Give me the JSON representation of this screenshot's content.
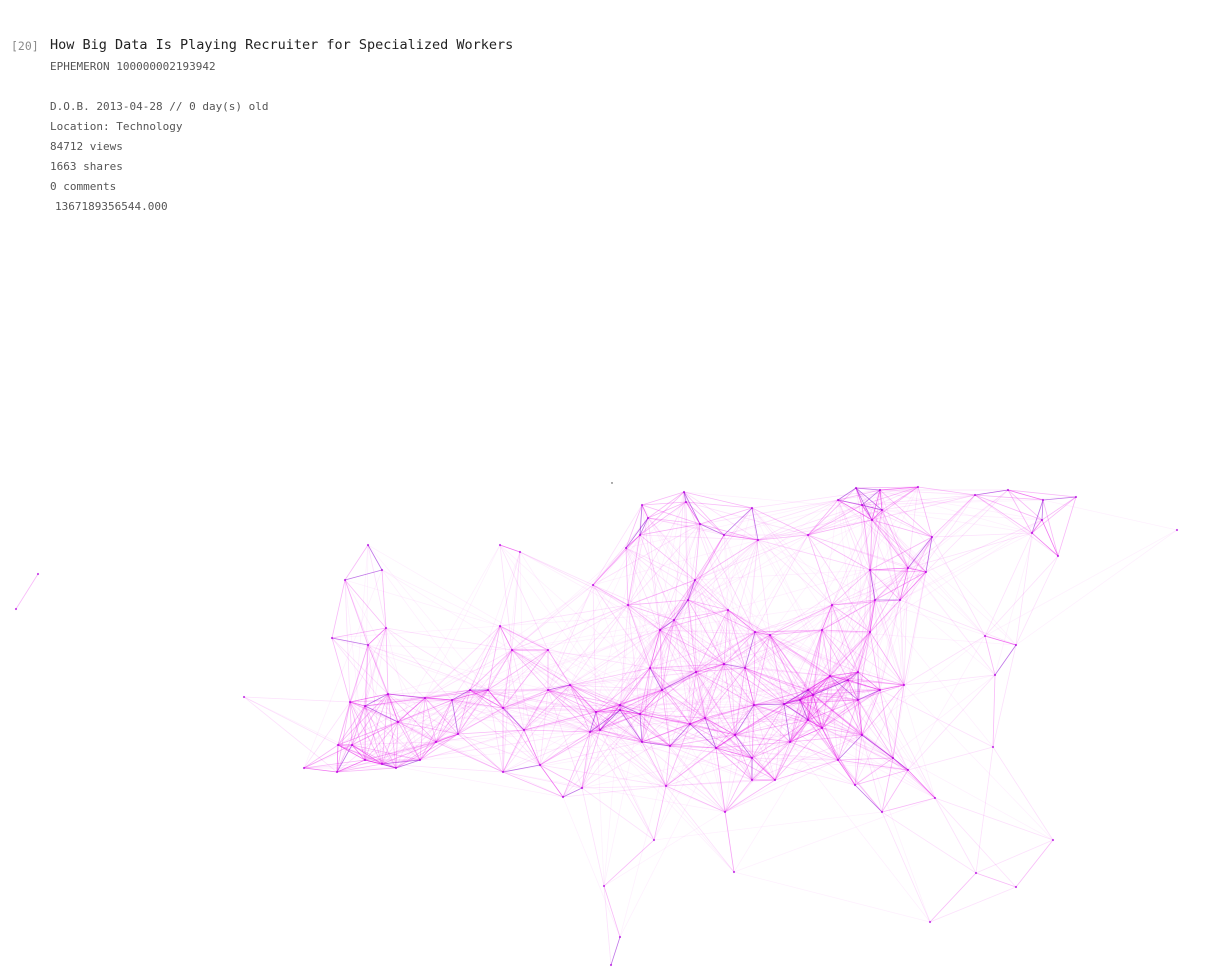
{
  "entry": {
    "index": "[20]",
    "title": "How Big Data Is Playing Recruiter for Specialized Workers",
    "id_line": "EPHEMERON 100000002193942",
    "dob_line": "D.O.B. 2013-04-28  //  0 day(s) old",
    "location_line": "Location: Technology",
    "views_line": "84712 views",
    "shares_line": "1663 shares",
    "comments_line": "0 comments",
    "timestamp_line": "1367189356544.000"
  },
  "colors": {
    "edge": "#e600e6",
    "node": "#b000e0",
    "strong_edge": "#8a00d4"
  }
}
